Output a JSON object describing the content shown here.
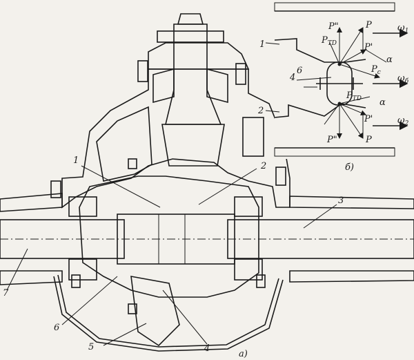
{
  "figure_a": {
    "caption": "а)",
    "callouts": [
      "1",
      "2",
      "3",
      "4",
      "5",
      "6",
      "7"
    ]
  },
  "figure_b": {
    "caption": "б)",
    "callouts": [
      "1",
      "2",
      "4",
      "6"
    ],
    "forces": {
      "P": "P",
      "P_double_prime": "P\"",
      "P_prime": "P'",
      "P_td": "P",
      "P_td_sub": "TD",
      "P_c": "P",
      "P_c_sub": "c",
      "alpha": "α"
    },
    "velocities": {
      "w1": "ω",
      "w1_sub": "1",
      "w6": "ω",
      "w6_sub": "б",
      "w2": "ω",
      "w2_sub": "2"
    }
  },
  "colors": {
    "ink": "#1a1a1a",
    "paper": "#f3f1ec",
    "hatch": "#4a4a4a"
  }
}
